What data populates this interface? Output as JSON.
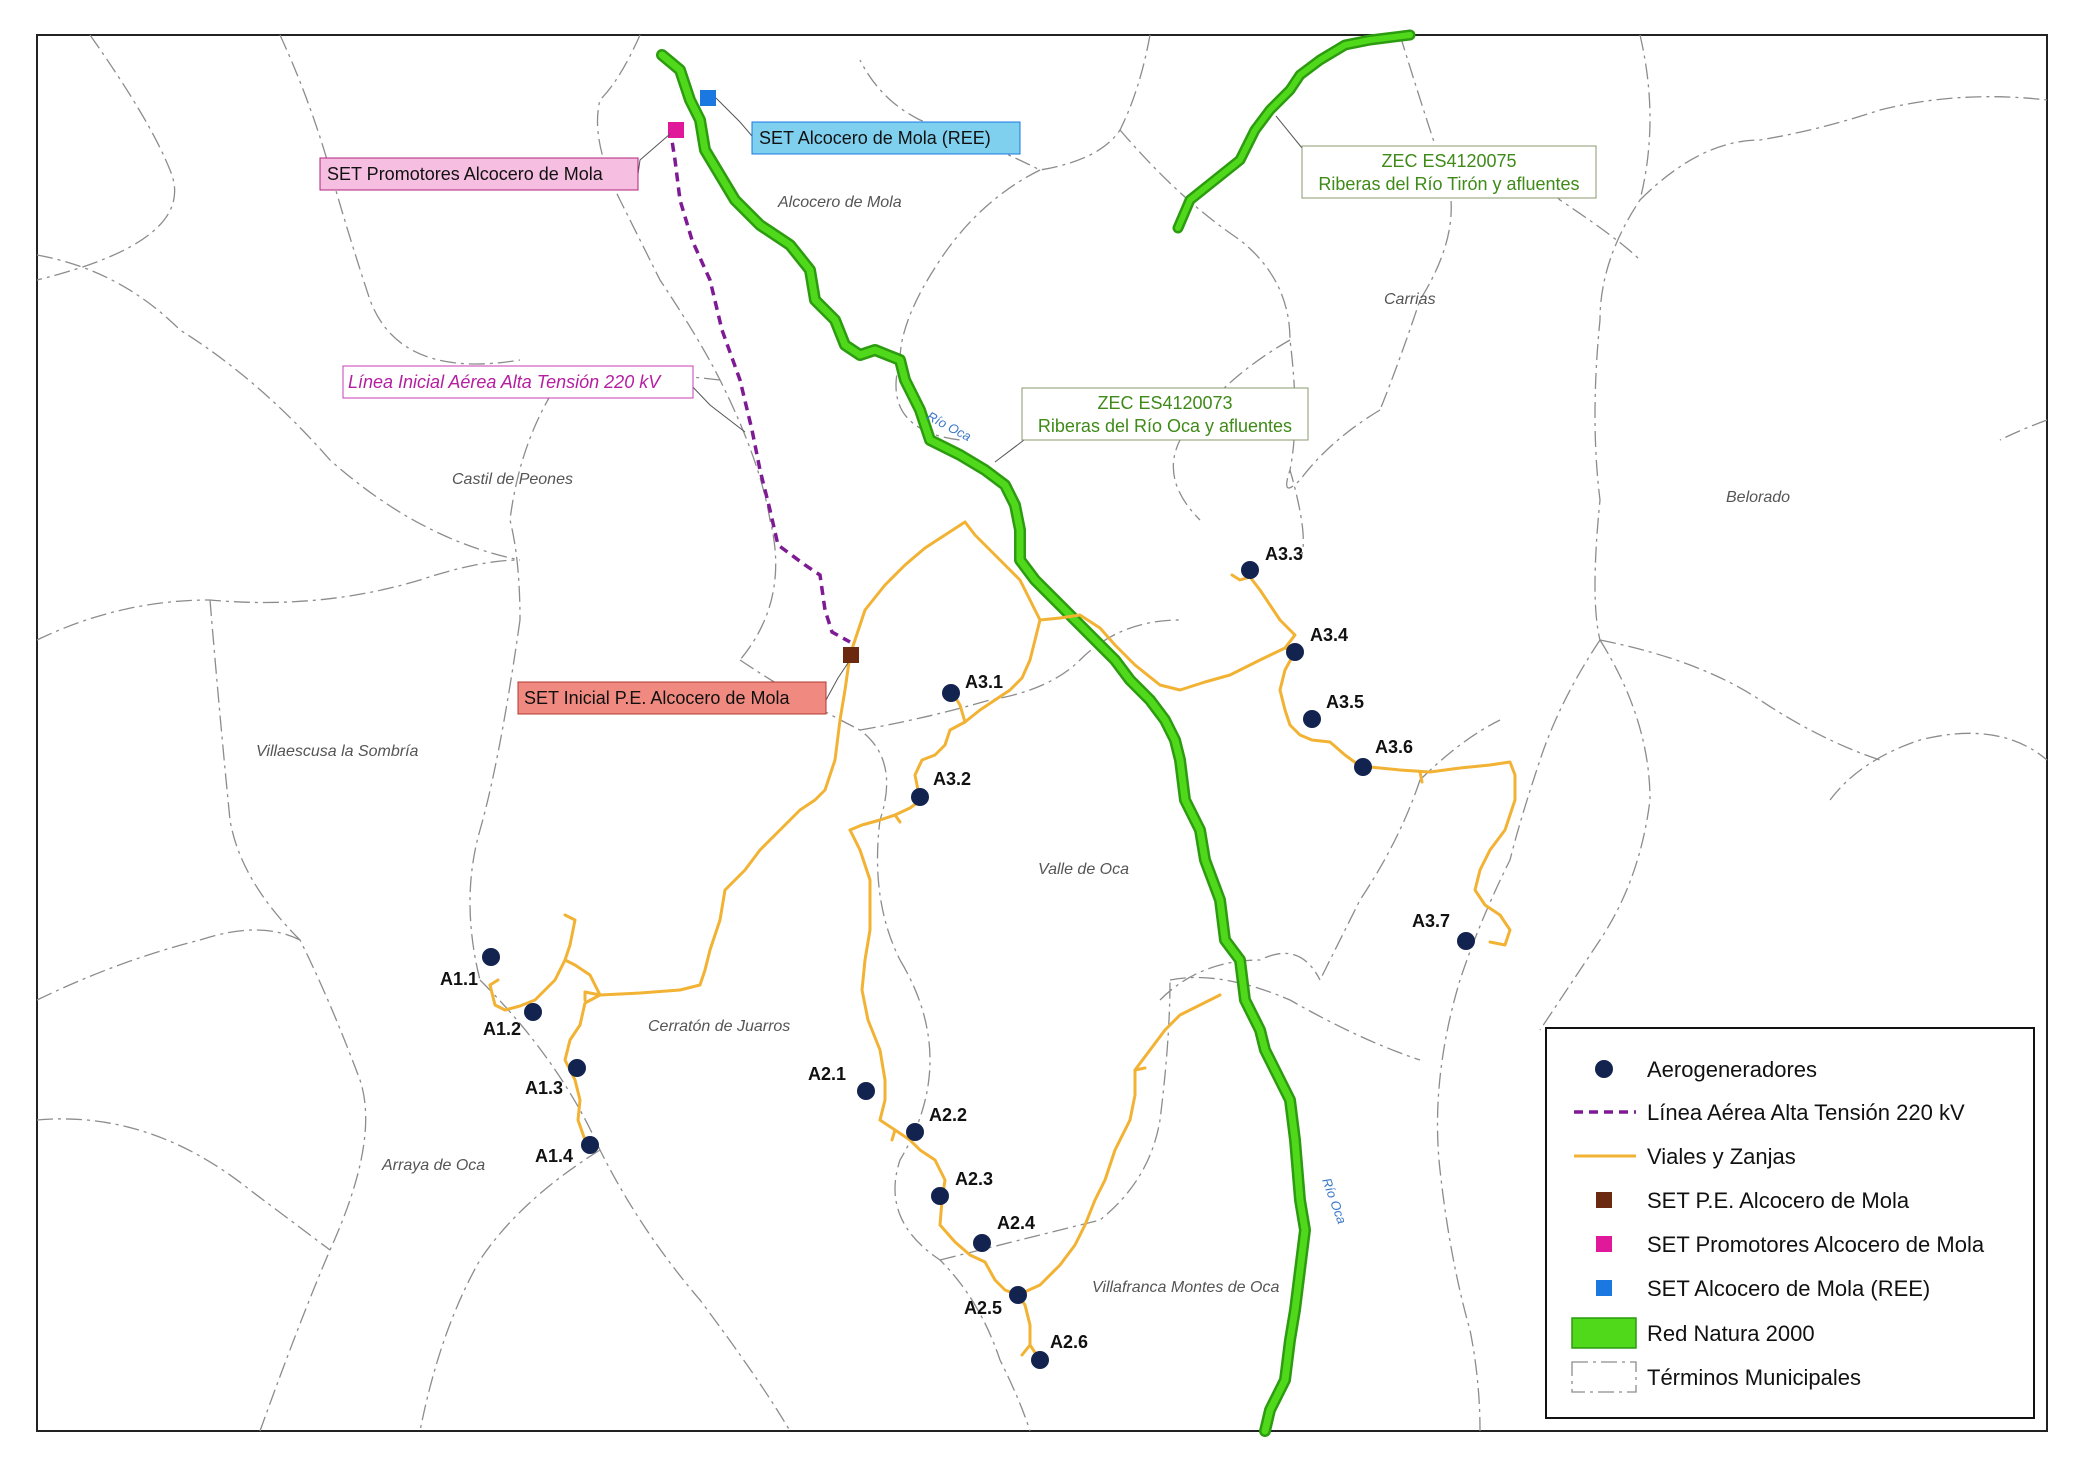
{
  "colors": {
    "natura": "#4fd91a",
    "natura_edge": "#2c9b10",
    "roads": "#f2b233",
    "powerline": "#7d1a94",
    "turbine": "#13234f",
    "set_pe": "#6b2a10",
    "set_promotores": "#e0189a",
    "set_ree": "#1a78e0",
    "river_label": "#3a78c9",
    "zec_text": "#3f8a18"
  },
  "labels": {
    "set_ree": "SET Alcocero de Mola (REE)",
    "set_promotores": "SET Promotores Alcocero de Mola",
    "linea": "Línea Inicial Aérea Alta Tensión 220 kV",
    "set_inicial": "SET Inicial P.E. Alcocero de Mola",
    "zec_tiron_code": "ZEC ES4120075",
    "zec_tiron_name": "Riberas del Río Tirón y afluentes",
    "zec_oca_code": "ZEC ES4120073",
    "zec_oca_name": "Riberas del Río Oca y afluentes"
  },
  "places": {
    "alcocero": "Alcocero de Mola",
    "carrias": "Carrias",
    "castil": "Castil de Peones",
    "belorado": "Belorado",
    "villaescusa": "Villaescusa la Sombría",
    "valle": "Valle de Oca",
    "cerraton": "Cerratón de Juarros",
    "arraya": "Arraya de Oca",
    "villafranca": "Villafranca Montes de Oca"
  },
  "rivers": {
    "oca_upper": "Río Oca",
    "oca_lower": "Río Oca"
  },
  "turbines": {
    "a1_1": "A1.1",
    "a1_2": "A1.2",
    "a1_3": "A1.3",
    "a1_4": "A1.4",
    "a2_1": "A2.1",
    "a2_2": "A2.2",
    "a2_3": "A2.3",
    "a2_4": "A2.4",
    "a2_5": "A2.5",
    "a2_6": "A2.6",
    "a3_1": "A3.1",
    "a3_2": "A3.2",
    "a3_3": "A3.3",
    "a3_4": "A3.4",
    "a3_5": "A3.5",
    "a3_6": "A3.6",
    "a3_7": "A3.7"
  },
  "legend": {
    "aerogeneradores": "Aerogeneradores",
    "linea": "Línea Aérea Alta Tensión 220 kV",
    "viales": "Viales y Zanjas",
    "set_pe": "SET P.E. Alcocero de Mola",
    "set_promotores": "SET Promotores Alcocero de Mola",
    "set_ree": "SET Alcocero de Mola (REE)",
    "natura": "Red Natura 2000",
    "terminos": "Términos Municipales"
  }
}
